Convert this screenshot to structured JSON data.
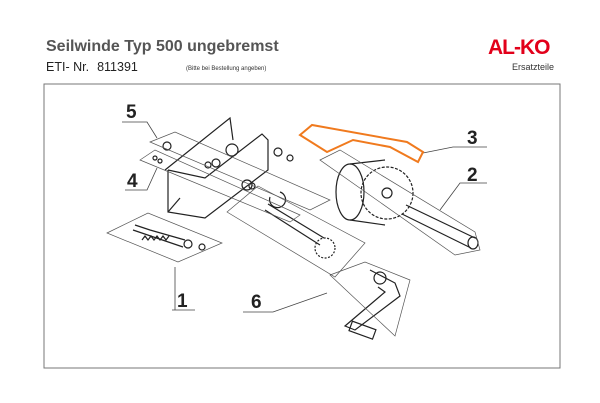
{
  "header": {
    "title": "Seilwinde Typ 500 ungebremst",
    "eti_label": "ETI- Nr.",
    "eti_number": "811391",
    "note": "(Bitte bei Bestellung angeben)"
  },
  "brand": {
    "logo": "AL-KO",
    "subtitle": "Ersatzteile",
    "color": "#e2001a"
  },
  "diagram": {
    "highlight_color": "#f07a1e",
    "labels": [
      "1",
      "2",
      "3",
      "4",
      "5",
      "6"
    ]
  }
}
